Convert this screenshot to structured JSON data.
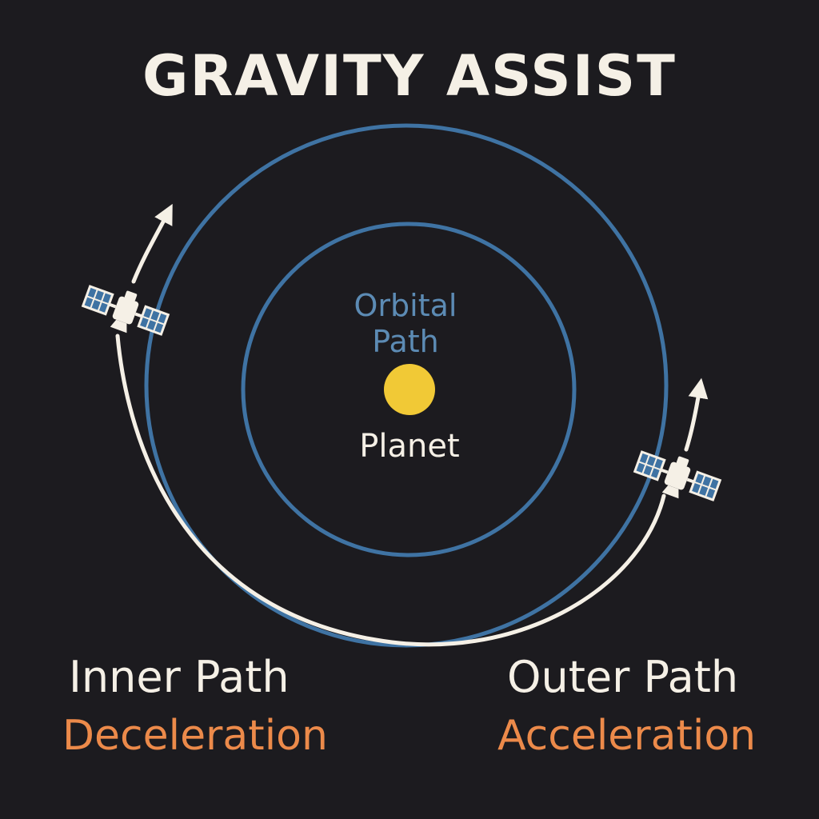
{
  "title": "GRAVITY ASSIST",
  "orbit_label": [
    "Orbital",
    "Path"
  ],
  "planet_label": "Planet",
  "inner": {
    "title": "Inner Path",
    "effect": "Deceleration"
  },
  "outer": {
    "title": "Outer Path",
    "effect": "Acceleration"
  },
  "colors": {
    "background": "#1c1b1f",
    "orbit": "#3f73a3",
    "orbit_label": "#5c8bb4",
    "planet": "#f1c936",
    "trajectory": "#f5f0e6",
    "text": "#f5f0e6",
    "effect": "#ec8a4a",
    "solar_panel": "#3f73a3"
  },
  "icons": [
    "satellite-icon",
    "arrow-up-icon"
  ]
}
